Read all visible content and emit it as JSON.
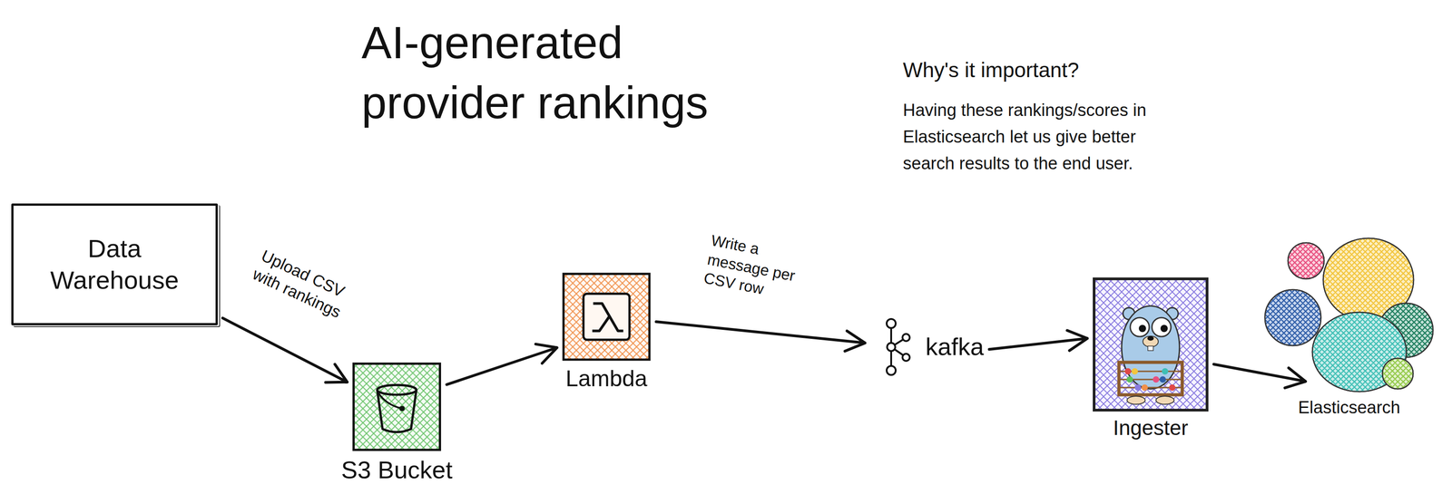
{
  "diagram": {
    "title": "AI-generated provider rankings",
    "nodes": [
      {
        "text": [
          "Data Warehouse"
        ]
      },
      {
        "text": [
          "S3 Bucket"
        ]
      },
      {
        "text": [
          "Lambda"
        ]
      },
      {
        "text": [
          "kafka"
        ]
      },
      {
        "text": [
          "Ingester"
        ]
      },
      {
        "text": [
          "Elasticsearch"
        ]
      }
    ],
    "edges": [
      {
        "from": 0,
        "to": 1,
        "arrow": "to",
        "label": "Upload CSV with rankings"
      },
      {
        "from": 1,
        "to": 2,
        "arrow": "to"
      },
      {
        "from": 2,
        "to": 3,
        "arrow": "to",
        "label": "Write a message per CSV row"
      },
      {
        "from": 3,
        "to": 4,
        "arrow": "to"
      },
      {
        "from": 4,
        "to": 5,
        "arrow": "to"
      }
    ],
    "labels": [
      "Why's it important?",
      "Having these rankings/scores in Elasticsearch let us give better search results to the end user."
    ]
  }
}
